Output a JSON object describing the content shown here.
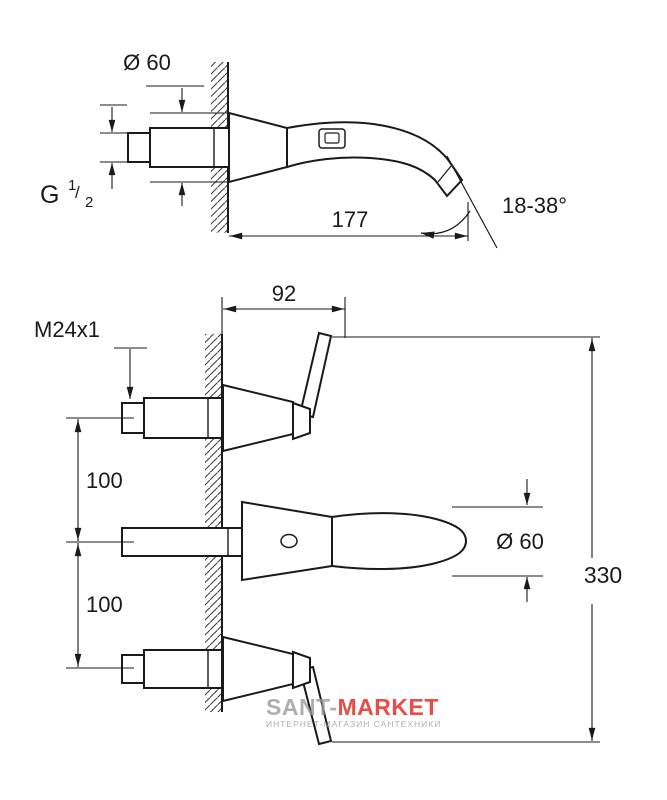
{
  "drawing": {
    "line_color": "#1a1a1a",
    "background": "#ffffff"
  },
  "top_view": {
    "dim_diameter": "Ø 60",
    "thread": {
      "prefix": "G",
      "numerator": "1",
      "slash": "/",
      "denominator": "2"
    },
    "dim_angle": "18-38°",
    "dim_length": "177"
  },
  "front_view": {
    "dim_width": "92",
    "dim_thread": "M24x1",
    "dim_spacing_upper": "100",
    "dim_spacing_lower": "100",
    "dim_diameter": "Ø 60",
    "dim_height": "330"
  },
  "watermark": {
    "brand_gray": "SANT-",
    "brand_red": "MARKET",
    "tagline": "ИНТЕРНЕТ-МАГАЗИН САНТЕХНИКИ",
    "gray_color": "#9a9a9a",
    "red_color": "#e2231a"
  }
}
